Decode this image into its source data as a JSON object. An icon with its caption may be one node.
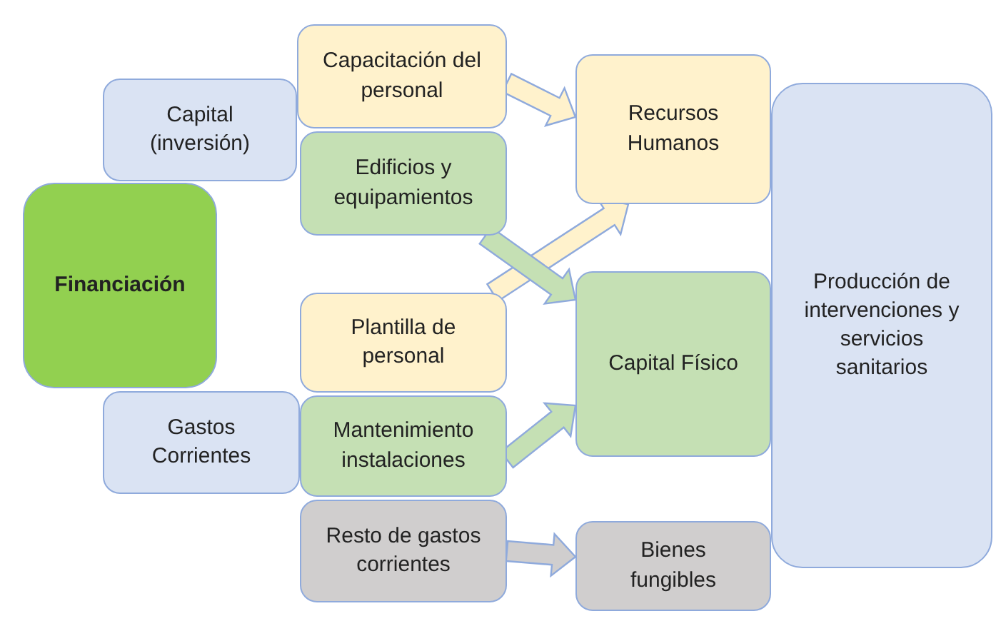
{
  "diagram": {
    "nodes": [
      {
        "text": [
          "Financiación"
        ]
      },
      {
        "text": [
          "Capital (inversión)"
        ]
      },
      {
        "text": [
          "Gastos Corrientes"
        ]
      },
      {
        "text": [
          "Capacitación del personal"
        ]
      },
      {
        "text": [
          "Edificios y equipamientos"
        ]
      },
      {
        "text": [
          "Plantilla de personal"
        ]
      },
      {
        "text": [
          "Mantenimiento instalaciones"
        ]
      },
      {
        "text": [
          "Resto de gastos corrientes"
        ]
      },
      {
        "text": [
          "Recursos Humanos"
        ]
      },
      {
        "text": [
          "Capital Físico"
        ]
      },
      {
        "text": [
          "Bienes fungibles"
        ]
      },
      {
        "text": [
          "Producción de intervenciones y servicios sanitarios"
        ]
      }
    ],
    "edges": [
      {
        "from": 3,
        "to": 8,
        "arrow": "to",
        "style": "thick",
        "color": "#fff2cc"
      },
      {
        "from": 5,
        "to": 8,
        "arrow": "to",
        "style": "thick",
        "color": "#fff2cc"
      },
      {
        "from": 4,
        "to": 9,
        "arrow": "to",
        "style": "thick",
        "color": "#c5e0b4"
      },
      {
        "from": 6,
        "to": 9,
        "arrow": "to",
        "style": "thick",
        "color": "#c5e0b4"
      },
      {
        "from": 7,
        "to": 10,
        "arrow": "to",
        "style": "thick",
        "color": "#d0cece"
      }
    ]
  }
}
